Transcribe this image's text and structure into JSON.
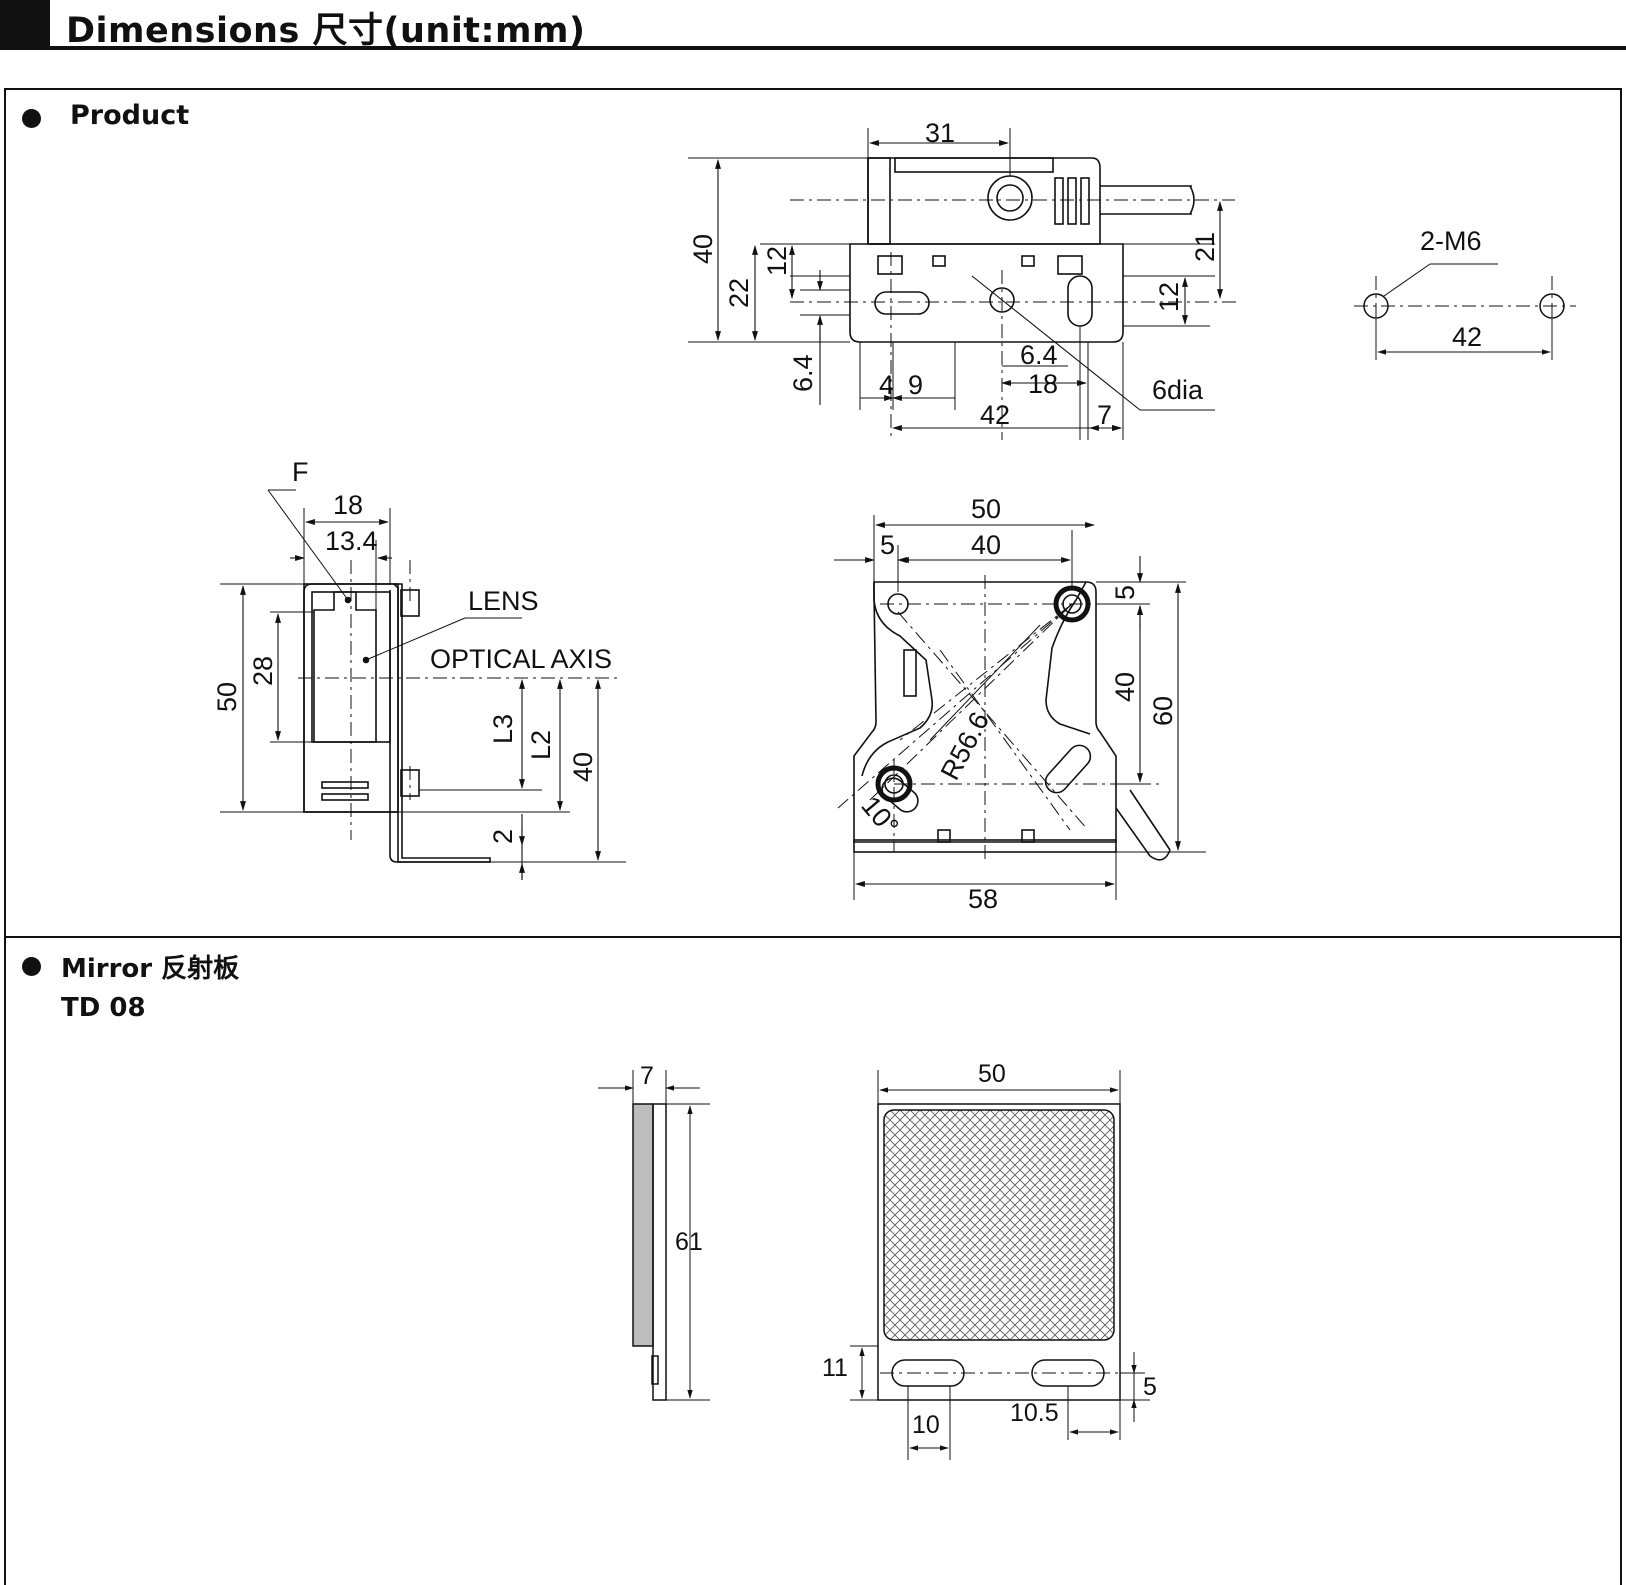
{
  "header": {
    "title": "Dimensions 尺寸(unit:mm)"
  },
  "sections": {
    "product": {
      "label": "Product"
    },
    "mirror": {
      "label": "Mirror 反射板",
      "model": "TD 08"
    }
  },
  "product_top_view": {
    "dims": {
      "w31": "31",
      "h40": "40",
      "h22": "22",
      "h12a": "12",
      "h21": "21",
      "h12b": "12",
      "d6_4a": "6.4",
      "d6_4b": "6.4",
      "d4": "4",
      "d9": "9",
      "d18": "18",
      "d42": "42",
      "d7": "7"
    },
    "callout_hole": "6dia"
  },
  "mount_holes": {
    "label": "2-M6",
    "spacing": "42"
  },
  "product_side_view": {
    "dims": {
      "w18": "18",
      "w13_4": "13.4",
      "h50": "50",
      "h28": "28",
      "L3": "L3",
      "L2": "L2",
      "h40": "40",
      "h2": "2"
    },
    "label_f": "F",
    "label_lens": "LENS",
    "label_axis": "OPTICAL AXIS"
  },
  "product_front_view": {
    "dims": {
      "w50": "50",
      "w5": "5",
      "w40": "40",
      "v5": "5",
      "v40": "40",
      "v60": "60",
      "w58": "58"
    },
    "radius": "R56.6",
    "angle": "10°"
  },
  "mirror_side_view": {
    "dims": {
      "w7": "7",
      "h61": "61"
    }
  },
  "mirror_front_view": {
    "dims": {
      "w50": "50",
      "h11": "11",
      "h5": "5",
      "w10": "10",
      "w10_5": "10.5"
    }
  }
}
